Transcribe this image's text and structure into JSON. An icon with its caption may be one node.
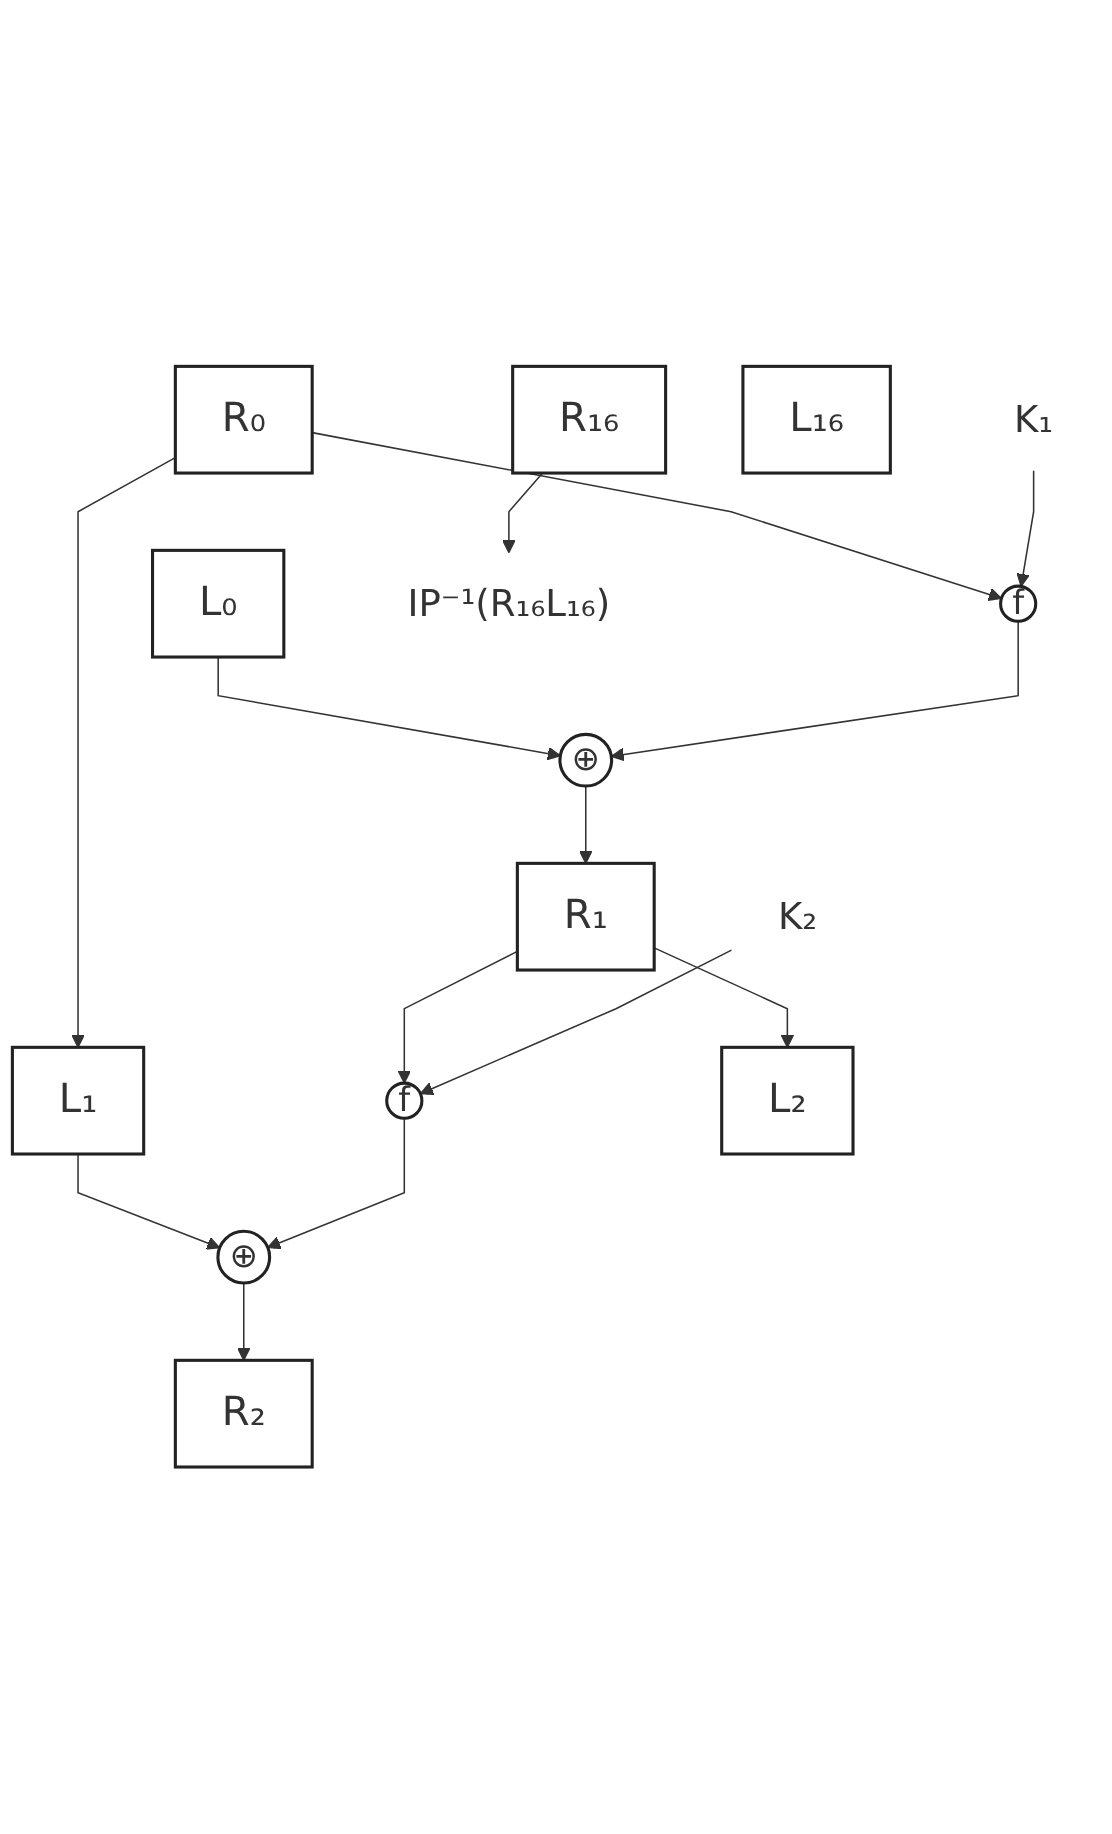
{
  "diagram": {
    "nodes": [
      {
        "text": [
          "L₀"
        ]
      },
      {
        "text": [
          "R₀"
        ]
      },
      {
        "text": [
          "f"
        ]
      },
      {
        "text": [
          "K₁"
        ]
      },
      {
        "text": [
          "⊕"
        ]
      },
      {
        "text": [
          "L₁"
        ]
      },
      {
        "text": [
          "R₁"
        ]
      },
      {
        "text": [
          "f"
        ]
      },
      {
        "text": [
          "K₂"
        ]
      },
      {
        "text": [
          "⊕"
        ]
      },
      {
        "text": [
          "L₂"
        ]
      },
      {
        "text": [
          "R₂"
        ]
      },
      {
        "text": [
          "L₁₆"
        ]
      },
      {
        "text": [
          "R₁₆"
        ]
      },
      {
        "text": [
          "IP⁻¹(R₁₆L₁₆)"
        ]
      }
    ],
    "edges": [
      {
        "from": 1,
        "to": 2,
        "arrow": "to"
      },
      {
        "from": 3,
        "to": 2,
        "arrow": "to"
      },
      {
        "from": 0,
        "to": 4,
        "arrow": "to"
      },
      {
        "from": 2,
        "to": 4,
        "arrow": "to"
      },
      {
        "from": 1,
        "to": 5,
        "arrow": "to"
      },
      {
        "from": 4,
        "to": 6,
        "arrow": "to"
      },
      {
        "from": 6,
        "to": 7,
        "arrow": "to"
      },
      {
        "from": 8,
        "to": 7,
        "arrow": "to"
      },
      {
        "from": 5,
        "to": 9,
        "arrow": "to"
      },
      {
        "from": 7,
        "to": 9,
        "arrow": "to"
      },
      {
        "from": 6,
        "to": 10,
        "arrow": "to"
      },
      {
        "from": 9,
        "to": 11,
        "arrow": "to"
      },
      {
        "from": 13,
        "to": 14,
        "arrow": "to"
      }
    ]
  }
}
